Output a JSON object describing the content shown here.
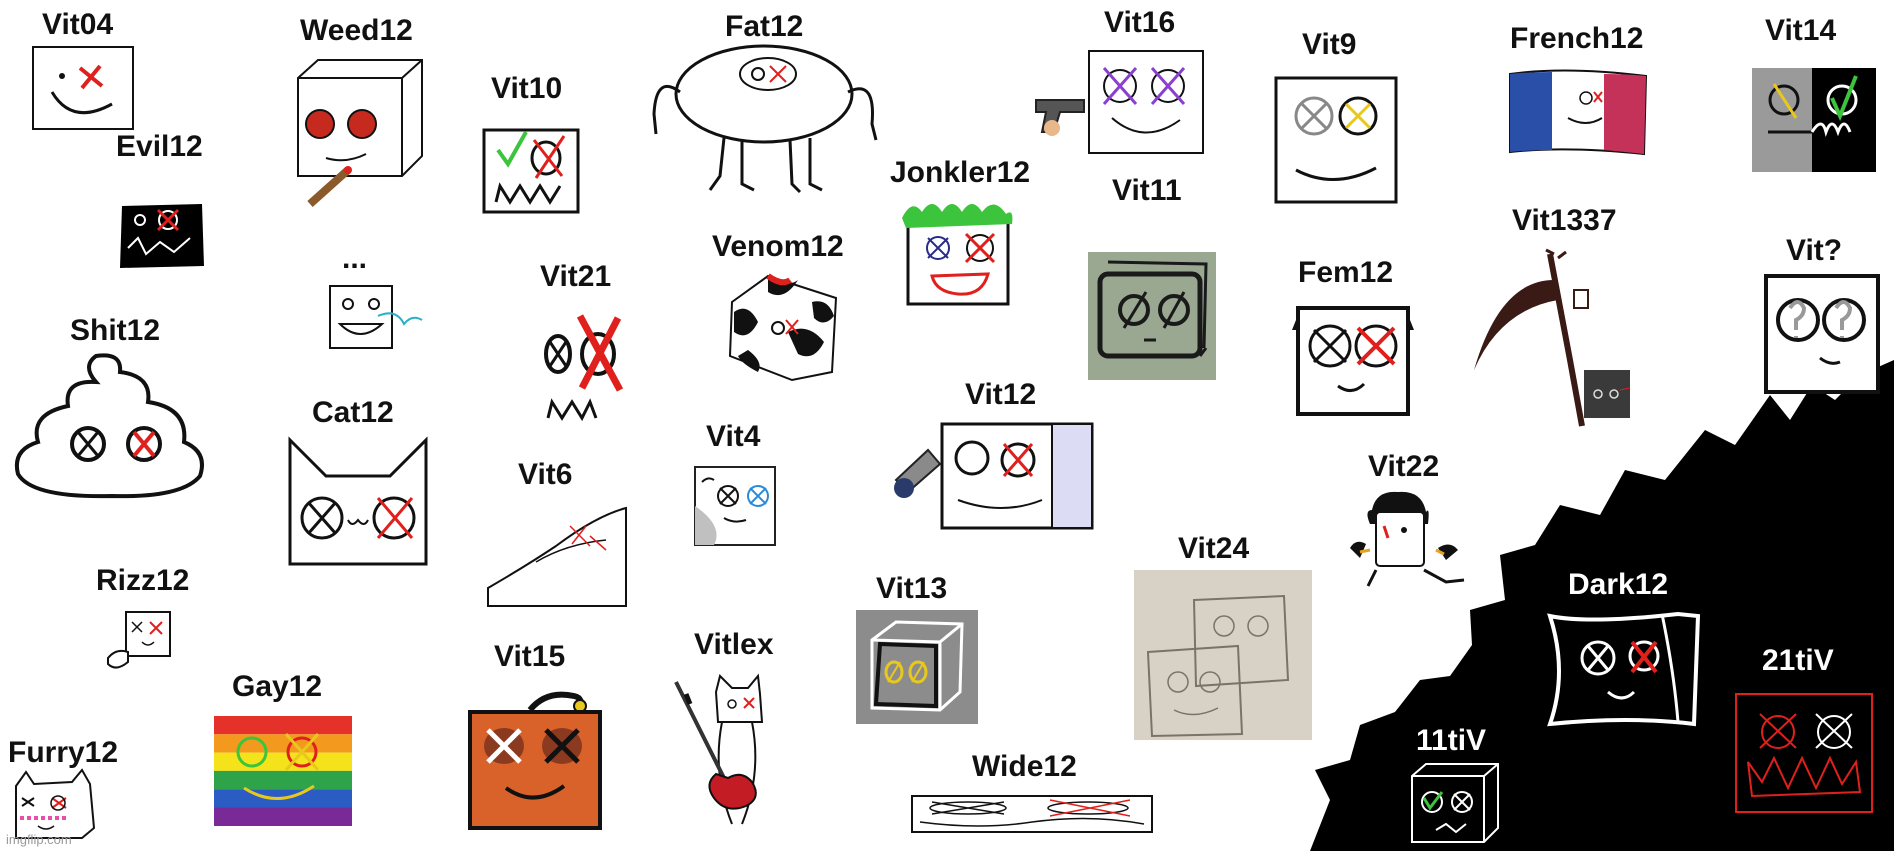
{
  "characters": [
    {
      "id": "vit04",
      "label": "Vit04"
    },
    {
      "id": "weed12",
      "label": "Weed12"
    },
    {
      "id": "vit10",
      "label": "Vit10"
    },
    {
      "id": "fat12",
      "label": "Fat12"
    },
    {
      "id": "vit16",
      "label": "Vit16"
    },
    {
      "id": "vit9",
      "label": "Vit9"
    },
    {
      "id": "french12",
      "label": "French12"
    },
    {
      "id": "vit14",
      "label": "Vit14"
    },
    {
      "id": "evil12",
      "label": "Evil12"
    },
    {
      "id": "jonkler12",
      "label": "Jonkler12"
    },
    {
      "id": "dots",
      "label": "..."
    },
    {
      "id": "vit21",
      "label": "Vit21"
    },
    {
      "id": "venom12",
      "label": "Venom12"
    },
    {
      "id": "vit11",
      "label": "Vit11"
    },
    {
      "id": "vit1337",
      "label": "Vit1337"
    },
    {
      "id": "vitq",
      "label": "Vit?"
    },
    {
      "id": "fem12",
      "label": "Fem12"
    },
    {
      "id": "shit12",
      "label": "Shit12"
    },
    {
      "id": "cat12",
      "label": "Cat12"
    },
    {
      "id": "vit12",
      "label": "Vit12"
    },
    {
      "id": "vit4",
      "label": "Vit4"
    },
    {
      "id": "vit6",
      "label": "Vit6"
    },
    {
      "id": "vit22",
      "label": "Vit22"
    },
    {
      "id": "rizz12",
      "label": "Rizz12"
    },
    {
      "id": "vit24",
      "label": "Vit24"
    },
    {
      "id": "vit13",
      "label": "Vit13"
    },
    {
      "id": "dark12",
      "label": "Dark12"
    },
    {
      "id": "vitlex",
      "label": "Vitlex"
    },
    {
      "id": "vit15",
      "label": "Vit15"
    },
    {
      "id": "gay12",
      "label": "Gay12"
    },
    {
      "id": "21tiv",
      "label": "21tiV"
    },
    {
      "id": "wide12",
      "label": "Wide12"
    },
    {
      "id": "11tiv",
      "label": "11tiV"
    },
    {
      "id": "furry12",
      "label": "Furry12"
    }
  ],
  "watermark": "imgflip.com",
  "colors": {
    "ink": "#111111",
    "x_red": "#e0201c",
    "check_green": "#3cc43c",
    "dark_zone": "#000000",
    "weed_red": "#c62a1e",
    "vit16_purple": "#8b3fd1",
    "vit15_orange": "#d9622b",
    "vit11_green": "#9aa892",
    "french_blue": "#2a4fa8",
    "french_red": "#c4325a"
  }
}
